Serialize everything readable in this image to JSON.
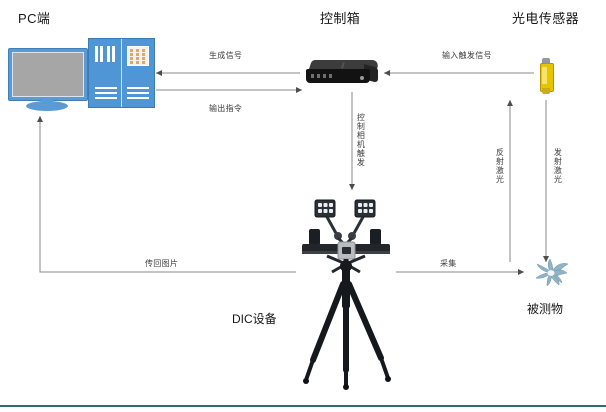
{
  "diagram": {
    "title_pc": "PC端",
    "title_control_box": "控制箱",
    "title_sensor": "光电传感器",
    "label_dic": "DIC设备",
    "label_specimen": "被测物",
    "edges": {
      "generate_signal": "生成信号",
      "output_command": "输出指令",
      "input_trigger_signal": "输入触发信号",
      "control_camera_trigger": "控制相机触发",
      "reflected_laser": "反射激光",
      "emitted_laser": "发射激光",
      "return_images": "传回图片",
      "acquisition": "采集"
    },
    "colors": {
      "accent_blue": "#4f96d6",
      "monitor_screen": "#a6a6a6",
      "sensor_yellow": "#e8c400",
      "control_box_black": "#121212",
      "arrow_gray": "#6f6f6f",
      "rule_teal": "#2e6b72",
      "specimen_blue": "#8fb4c4",
      "background": "#ffffff"
    }
  }
}
